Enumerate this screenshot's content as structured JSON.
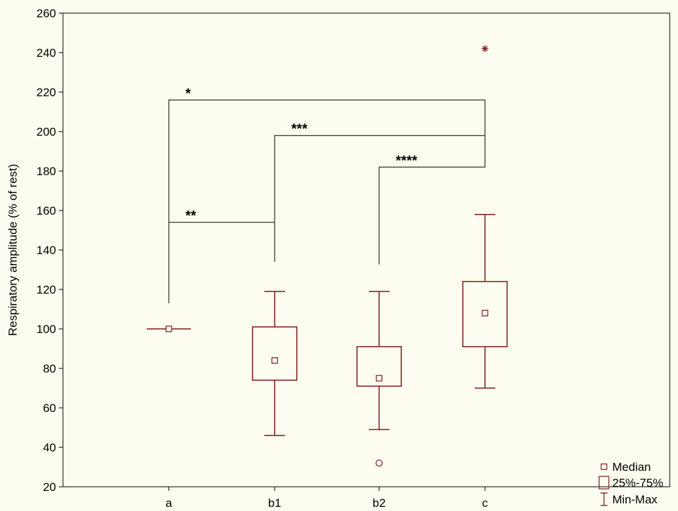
{
  "colors": {
    "background": "#FCFCF0",
    "box": "#7B1A1A",
    "axis": "#000000",
    "brackets": "#000000"
  },
  "chart_data": {
    "type": "box",
    "ylabel": "Respiratory amplitude (% of rest)",
    "xlabel": "",
    "ylim": [
      20,
      260
    ],
    "yticks": [
      20,
      40,
      60,
      80,
      100,
      120,
      140,
      160,
      180,
      200,
      220,
      240,
      260
    ],
    "grid": false,
    "categories": [
      "a",
      "b1",
      "b2",
      "c"
    ],
    "boxes": [
      {
        "category": "a",
        "min": 100,
        "q1": 100,
        "median": 100,
        "q3": 100,
        "max": 100,
        "outliers": [],
        "extremes": []
      },
      {
        "category": "b1",
        "min": 46,
        "q1": 74,
        "median": 84,
        "q3": 101,
        "max": 119,
        "outliers": [],
        "extremes": []
      },
      {
        "category": "b2",
        "min": 49,
        "q1": 71,
        "median": 75,
        "q3": 91,
        "max": 119,
        "outliers": [
          32
        ],
        "extremes": []
      },
      {
        "category": "c",
        "min": 70,
        "q1": 91,
        "median": 108,
        "q3": 124,
        "max": 158,
        "outliers": [],
        "extremes": [
          242
        ]
      }
    ],
    "significance": [
      {
        "from": "a",
        "to": "c",
        "y": 216,
        "label": "*"
      },
      {
        "from": "b1",
        "to": "c",
        "y": 198,
        "label": "***"
      },
      {
        "from": "b2",
        "to": "c",
        "y": 182,
        "label": "****"
      },
      {
        "from": "a",
        "to": "b1",
        "y": 154,
        "label": "**"
      }
    ],
    "legend": {
      "position": "bottom-right",
      "entries": [
        {
          "symbol": "median-square",
          "label": "Median"
        },
        {
          "symbol": "box",
          "label": "25%-75%"
        },
        {
          "symbol": "whisker",
          "label": "Min-Max"
        }
      ]
    }
  }
}
